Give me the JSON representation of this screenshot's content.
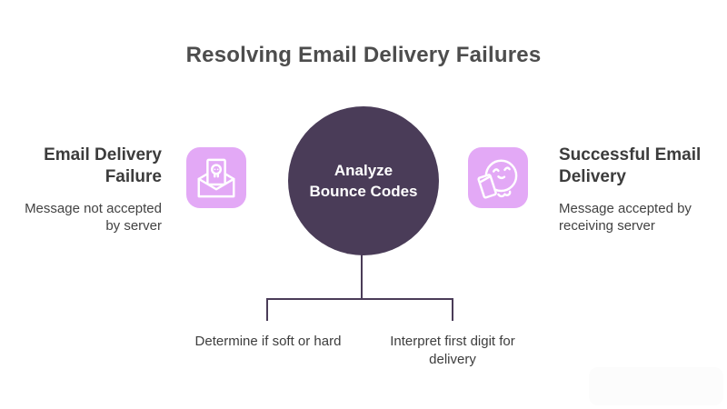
{
  "title": "Resolving Email Delivery Failures",
  "left_item": {
    "heading": "Email Delivery Failure",
    "description": "Message not accepted by server",
    "icon": "dead-letter-envelope-icon"
  },
  "center_node": {
    "label": "Analyze Bounce Codes",
    "lines": [
      "Analyze",
      "Bounce Codes"
    ]
  },
  "right_item": {
    "heading": "Successful Email Delivery",
    "description": "Message accepted by receiving server",
    "icon": "happy-face-with-letter-icon"
  },
  "branches": [
    {
      "label": "Determine if soft or hard"
    },
    {
      "label": "Interpret first digit for delivery"
    }
  ],
  "colors": {
    "node_fill": "#4a3c58",
    "node_text": "#ffffff",
    "icon_background": "#e3a9f6",
    "icon_stroke": "#ffffff",
    "connector": "#4a3c58",
    "title_text": "#4d4d4d",
    "heading_text": "#3c3c3c",
    "body_text": "#424242",
    "background": "#ffffff"
  }
}
